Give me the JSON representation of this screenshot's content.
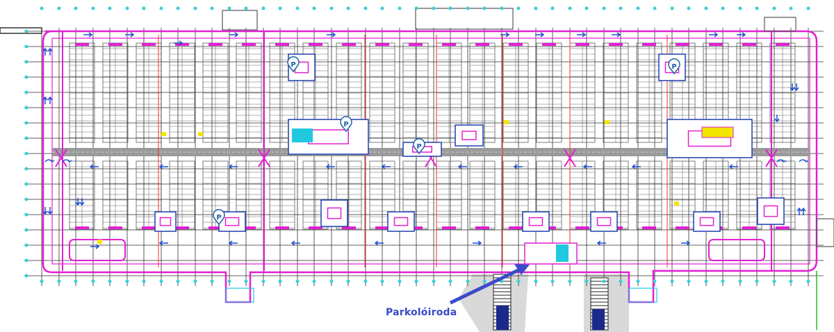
{
  "annotation": {
    "label": "Parkolóiroda",
    "arrow_color": "#3b4bc8"
  },
  "parking_markers": {
    "icon": "parking-p-icon",
    "letter": "P",
    "color": "#1f5fa8",
    "count": 5
  },
  "colors": {
    "structure": "#e21fd3",
    "grid": "#2e2e2e",
    "axis_dot": "#3ad0d6",
    "lane": "#9a9a9a",
    "arrow": "#1f4fcf",
    "accent_red": "#ff2a2a",
    "accent_yellow": "#f2e600",
    "accent_cyan": "#20c8e0",
    "box_outline": "#1f3faf",
    "ground": "#d9d9d9"
  }
}
